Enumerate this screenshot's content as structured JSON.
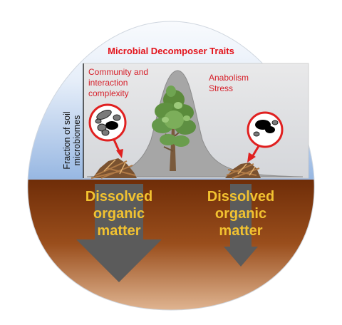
{
  "title": "Microbial Decomposer Traits",
  "left_note": "Community and\ninteraction\ncomplexity",
  "right_note": "Anabolism\nStress",
  "y_axis_label": "Fraction of soil\nmicrobiomes",
  "left_flux_label": "Dissolved\norganic\nmatter",
  "right_flux_label": "Dissolved\norganic\nmatter",
  "icons": [
    "tree-icon",
    "microbe-community-icon",
    "microbe-stress-icon",
    "litter-pile-icon",
    "pointer-arrow-icon",
    "downward-arrow-icon"
  ],
  "colors": {
    "title_red": "#e3131b",
    "note_red": "#d6202a",
    "flux_text": "#f2c230",
    "sky": "#a7c3e6",
    "soil": "#7e3a10",
    "arrow_gray": "#5b5b5b"
  }
}
